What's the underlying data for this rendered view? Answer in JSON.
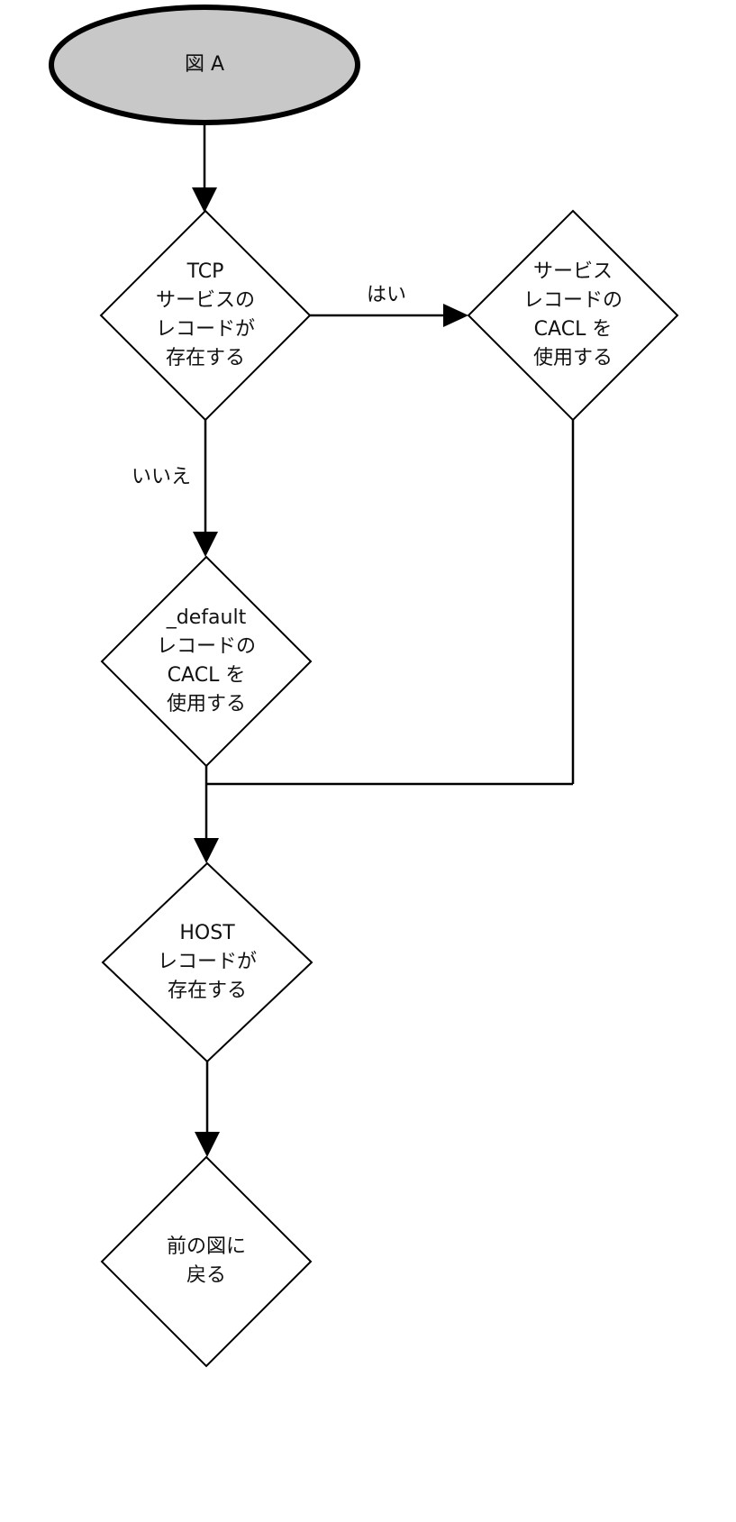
{
  "nodes": {
    "start": {
      "lines": [
        "図 A"
      ]
    },
    "tcp_exists": {
      "lines": [
        "TCP",
        "サービスの",
        "レコードが",
        "存在する"
      ]
    },
    "use_service_cacl": {
      "lines": [
        "サービス",
        "レコードの",
        "CACL を",
        "使用する"
      ]
    },
    "use_default_cacl": {
      "lines": [
        "_default",
        "レコードの",
        "CACL を",
        "使用する"
      ]
    },
    "host_exists": {
      "lines": [
        "HOST",
        "レコードが",
        "存在する"
      ]
    },
    "return_prev": {
      "lines": [
        "前の図に",
        "戻る"
      ]
    }
  },
  "edges": {
    "yes_label": "はい",
    "no_label": "いいえ"
  },
  "colors": {
    "start_fill": "#c8c8c8",
    "stroke": "#000000",
    "node_fill": "#ffffff"
  }
}
